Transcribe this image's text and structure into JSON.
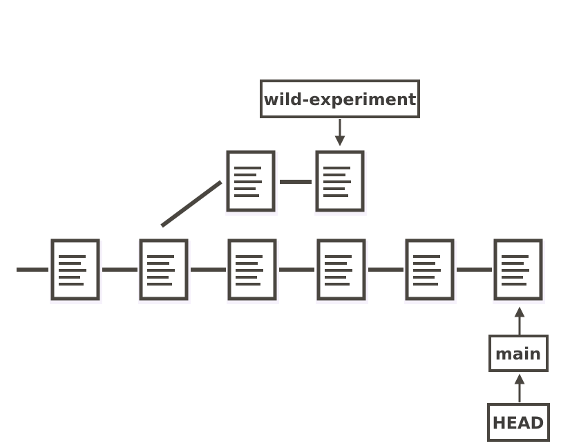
{
  "colors": {
    "ink": "#4a4640",
    "text": "#3f3d3b",
    "page": "#ffffff",
    "commit_glow": "#f6f2fb"
  },
  "labels": {
    "branch_experiment": "wild-experiment",
    "branch_main": "main",
    "head": "HEAD"
  },
  "icons": {
    "commit": "document-icon",
    "pointer": "arrow-icon"
  },
  "graph": {
    "main_line_commits": 6,
    "experiment_branch_commits": 2,
    "branch_point_commit": 2,
    "main_points_to_commit": 6,
    "experiment_points_to_commit": 2
  }
}
